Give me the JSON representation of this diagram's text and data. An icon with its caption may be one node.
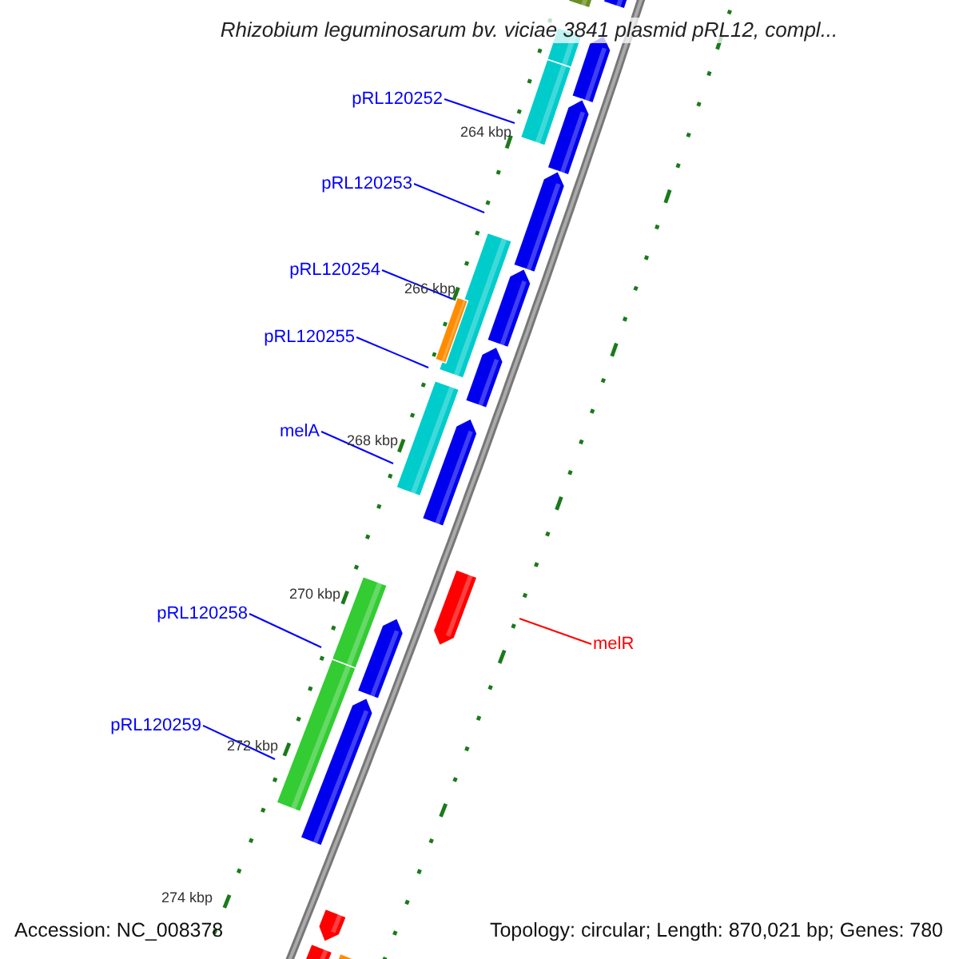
{
  "diagram": {
    "title": "Rhizobium leguminosarum bv. viciae 3841 plasmid pRL12, compl...",
    "nodes": [
      {
        "text": [
          "pRL120252"
        ]
      },
      {
        "text": [
          "pRL120253"
        ]
      },
      {
        "text": [
          "pRL120254"
        ]
      },
      {
        "text": [
          "pRL120255"
        ]
      },
      {
        "text": [
          "melA"
        ]
      },
      {
        "text": [
          "pRL120258"
        ]
      },
      {
        "text": [
          "pRL120259"
        ]
      },
      {
        "text": [
          "melR"
        ]
      },
      {
        "text": [],
        "shape": "bar"
      },
      {
        "text": [],
        "shape": "bar"
      },
      {
        "text": [],
        "shape": "bar"
      },
      {
        "text": [],
        "shape": "arrow"
      },
      {
        "text": [],
        "shape": "bar"
      },
      {
        "text": [],
        "shape": "arrow"
      },
      {
        "text": [],
        "shape": "arrow"
      },
      {
        "text": [],
        "shape": "bar"
      },
      {
        "text": [],
        "shape": "arrow"
      },
      {
        "text": [],
        "shape": "bar"
      },
      {
        "text": [],
        "shape": "arrow"
      },
      {
        "text": [],
        "shape": "bar"
      },
      {
        "text": [],
        "shape": "arrow"
      },
      {
        "text": [],
        "shape": "arrow"
      },
      {
        "text": [],
        "shape": "bar"
      },
      {
        "text": [],
        "shape": "arrow"
      },
      {
        "text": [],
        "shape": "bar"
      },
      {
        "text": [],
        "shape": "arrow"
      },
      {
        "text": [],
        "shape": "arrow"
      },
      {
        "text": [],
        "shape": "bar"
      },
      {
        "text": [],
        "shape": "bar"
      }
    ],
    "edges": [
      {
        "from": 0,
        "to": 12,
        "arrow": "none"
      },
      {
        "from": 1,
        "to": null,
        "arrow": "none"
      },
      {
        "from": 2,
        "to": 15,
        "arrow": "none"
      },
      {
        "from": 3,
        "to": 17,
        "arrow": "none"
      },
      {
        "from": 4,
        "to": 19,
        "arrow": "none"
      },
      {
        "from": 5,
        "to": 22,
        "arrow": "none"
      },
      {
        "from": 6,
        "to": 24,
        "arrow": "none"
      },
      {
        "from": 7,
        "to": null,
        "arrow": "none",
        "color": "#ff0000"
      }
    ],
    "labels": [
      "264 kbp",
      "266 kbp",
      "268 kbp",
      "270 kbp",
      "272 kbp",
      "274 kbp",
      "Accession: NC_008378",
      "Topology: circular; Length: 870,021 bp; Genes: 780"
    ]
  }
}
